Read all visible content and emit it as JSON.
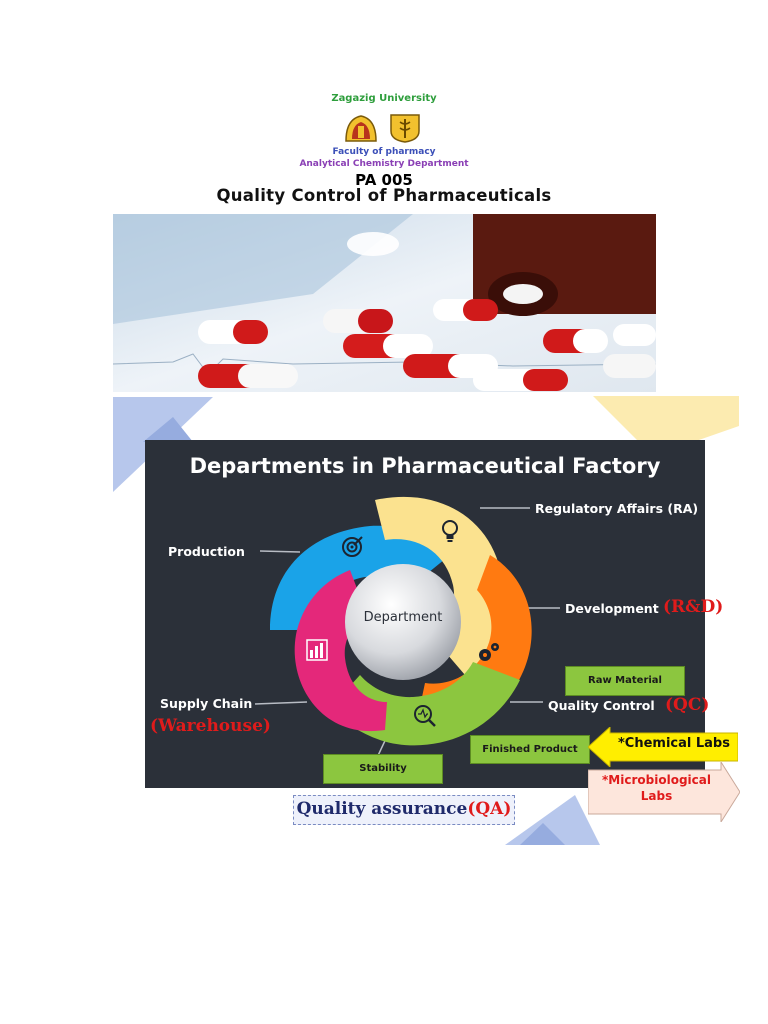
{
  "header": {
    "university": "Zagazig University",
    "faculty": "Faculty of pharmacy",
    "department": "Analytical Chemistry Department",
    "course_code": "PA 005",
    "course_title": "Quality Control of Pharmaceuticals"
  },
  "diagram": {
    "title": "Departments in Pharmaceutical Factory",
    "center": "Department",
    "labels": {
      "regulatory": "Regulatory Affairs (RA)",
      "production": "Production",
      "development": "Development",
      "supply_chain": "Supply Chain",
      "quality_control": "Quality Control"
    },
    "annotations": {
      "rd": "(R&D)",
      "qc": "(QC)",
      "warehouse": "(Warehouse)"
    },
    "boxes": {
      "raw_material": "Raw Material",
      "finished_product": "Finished Product",
      "stability": "Stability"
    },
    "arrows": {
      "chemical": "*Chemical Labs",
      "microbiological": "*Microbiological Labs"
    },
    "colors": {
      "yellow": "#fbe28f",
      "blue": "#1aa3e8",
      "orange": "#ff7a11",
      "pink": "#e4287a",
      "green": "#8cc63f"
    }
  },
  "footer": {
    "qa_text": "Quality assurance",
    "qa_abbr": "(QA)"
  }
}
